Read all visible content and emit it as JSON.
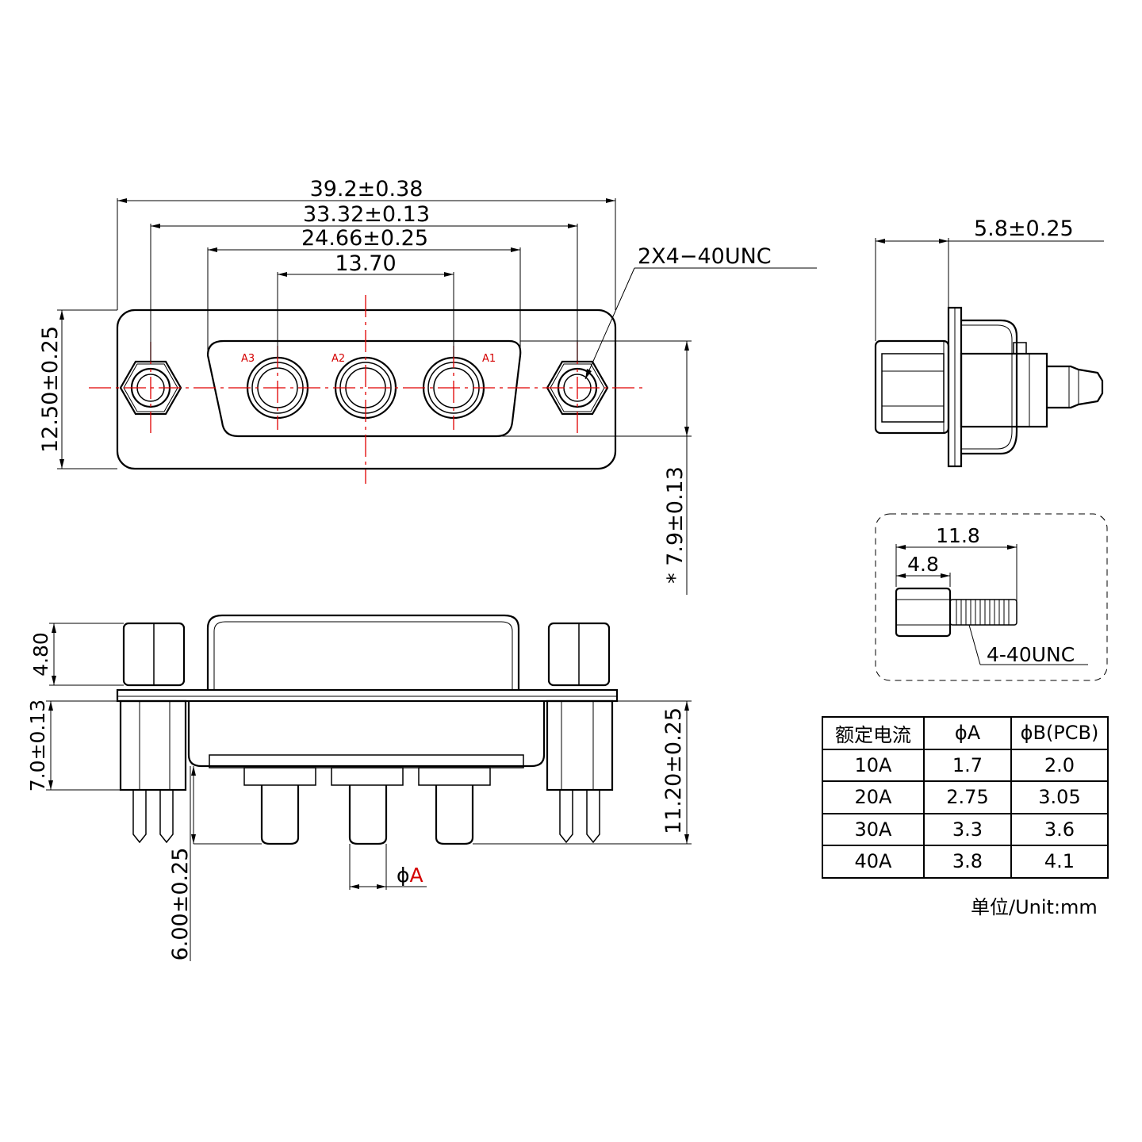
{
  "front_view": {
    "dim_overall_width": "39.2±0.38",
    "dim_mount_hole_spacing": "33.32±0.13",
    "dim_shell_width": "24.66±0.25",
    "dim_pin_spacing": "13.70",
    "dim_flange_height": "12.50±0.25",
    "dim_star": "* 7.9±0.13",
    "thread_callout": "2X4−40UNC",
    "pin_labels": [
      "A3",
      "A2",
      "A1"
    ]
  },
  "side_view": {
    "dim_depth": "5.8±0.25"
  },
  "screw_detail": {
    "dim_total": "11.8",
    "dim_head": "4.8",
    "thread": "4-40UNC"
  },
  "bottom_view": {
    "dim_hex_height": "4.80",
    "dim_body_height": "7.0±0.13",
    "dim_pin_length": "6.00±0.25",
    "dim_total_height": "11.20±0.25",
    "dia_label_symbol": "ϕ",
    "dia_label_letter": "A"
  },
  "spec_table": {
    "headers": [
      "额定电流",
      "ϕA",
      "ϕB(PCB)"
    ],
    "rows": [
      [
        "10A",
        "1.7",
        "2.0"
      ],
      [
        "20A",
        "2.75",
        "3.05"
      ],
      [
        "30A",
        "3.3",
        "3.6"
      ],
      [
        "40A",
        "3.8",
        "4.1"
      ]
    ]
  },
  "unit_note": "单位/Unit:mm",
  "colors": {
    "centerline": "#e00000",
    "body_fill": "#fdf6f6"
  }
}
